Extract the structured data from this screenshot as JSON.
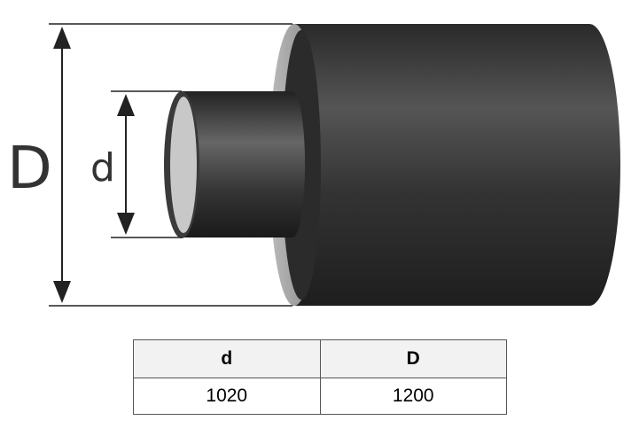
{
  "diagram": {
    "outer_label": "D",
    "inner_label": "d"
  },
  "table": {
    "headers": [
      "d",
      "D"
    ],
    "rows": [
      [
        "1020",
        "1200"
      ]
    ]
  }
}
